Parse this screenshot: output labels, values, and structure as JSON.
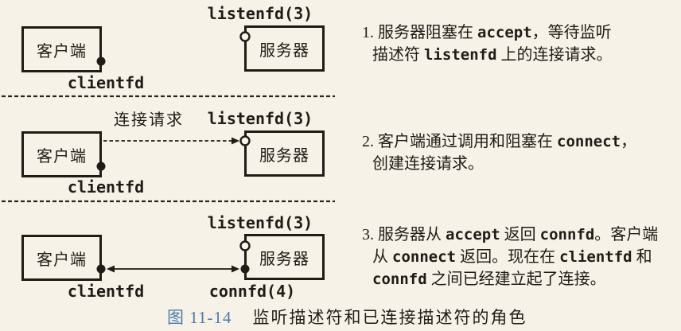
{
  "page": {
    "background_color": "#f6f2e8",
    "ink_color": "#1f1b16",
    "caption_accent_color": "#4b79ae"
  },
  "icons": {
    "open_circle": "listening-descriptor-endpoint",
    "filled_dot": "connected-descriptor-endpoint",
    "dashed_arrow": "connection-request",
    "double_arrow": "established-connection",
    "dashed_line": "panel-divider"
  },
  "panels": [
    {
      "client": "客户端",
      "server": "服务器",
      "clientfd": "clientfd",
      "listenfd": "listenfd(3)",
      "note": [
        [
          {
            "text": "1. 服务器阻塞在 "
          },
          {
            "text": "accept",
            "code": true
          },
          {
            "text": "，等待监听"
          }
        ],
        [
          {
            "text": "描述符 "
          },
          {
            "text": "listenfd",
            "code": true
          },
          {
            "text": " 上的连接请求。"
          }
        ]
      ]
    },
    {
      "client": "客户端",
      "server": "服务器",
      "clientfd": "clientfd",
      "listenfd": "listenfd(3)",
      "arrow_label": "连接请求",
      "note": [
        [
          {
            "text": "2. 客户端通过调用和阻塞在 "
          },
          {
            "text": "connect",
            "code": true
          },
          {
            "text": "，"
          }
        ],
        [
          {
            "text": "创建连接请求。"
          }
        ]
      ]
    },
    {
      "client": "客户端",
      "server": "服务器",
      "clientfd": "clientfd",
      "listenfd": "listenfd(3)",
      "connfd": "connfd(4)",
      "note": [
        [
          {
            "text": "3. 服务器从 "
          },
          {
            "text": "accept",
            "code": true
          },
          {
            "text": " 返回 "
          },
          {
            "text": "connfd",
            "code": true
          },
          {
            "text": "。客户端"
          }
        ],
        [
          {
            "text": "从 "
          },
          {
            "text": "connect",
            "code": true
          },
          {
            "text": " 返回。现在在 "
          },
          {
            "text": "clientfd",
            "code": true
          },
          {
            "text": " 和"
          }
        ],
        [
          {
            "text": "connfd",
            "code": true
          },
          {
            "text": " 之间已经建立起了连接。"
          }
        ]
      ]
    }
  ],
  "caption": {
    "figure_label": "图 11-14",
    "title": "监听描述符和已连接描述符的角色"
  }
}
